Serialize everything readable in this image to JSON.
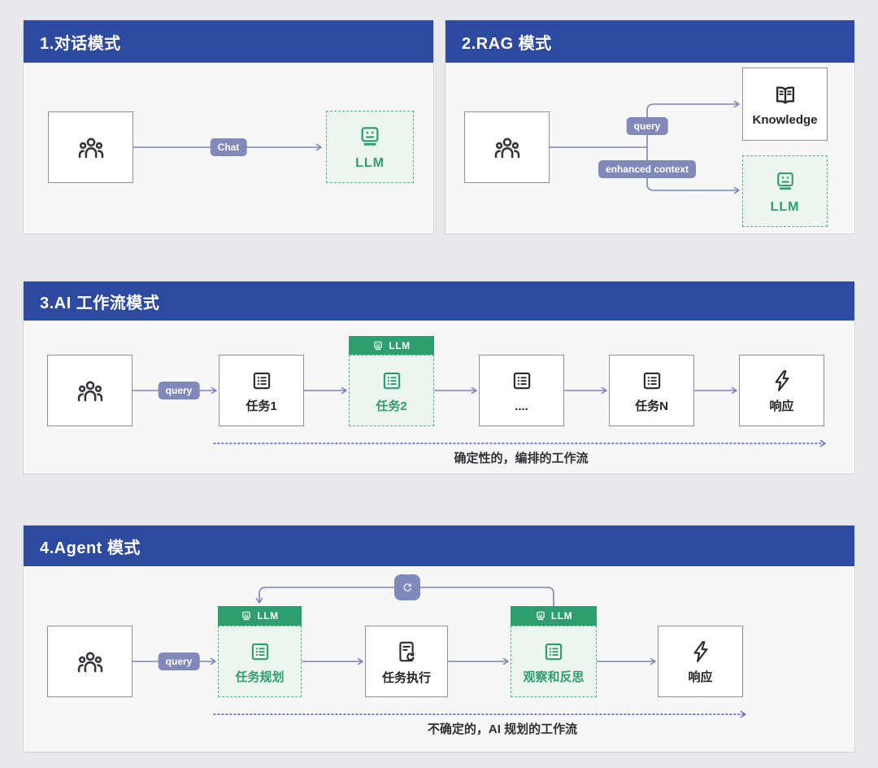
{
  "colors": {
    "header_bg": "#2e4a9e",
    "panel_bg": "#f7f7f8",
    "page_bg": "#e9e9eb",
    "badge_bg": "#8189ba",
    "connector": "#7d84b6",
    "dotted_connector": "#6b72c4",
    "green_accent": "#2f9e6e",
    "green_node_bg": "#edf5f1",
    "dark_text": "#26262a"
  },
  "panels": {
    "dialog": {
      "title": "1.对话模式",
      "chat_badge": "Chat",
      "llm": "LLM"
    },
    "rag": {
      "title": "2.RAG 模式",
      "query_badge": "query",
      "context_badge": "enhanced context",
      "knowledge": "Knowledge",
      "llm": "LLM"
    },
    "workflow": {
      "title": "3.AI 工作流模式",
      "query_badge": "query",
      "llm_tag": "LLM",
      "tasks": [
        "任务1",
        "任务2",
        "....",
        "任务N",
        "响应"
      ],
      "caption": "确定性的，编排的工作流"
    },
    "agent": {
      "title": "4.Agent 模式",
      "query_badge": "query",
      "llm_tag": "LLM",
      "nodes": [
        "任务规划",
        "任务执行",
        "观察和反思",
        "响应"
      ],
      "caption": "不确定的，AI 规划的工作流"
    }
  }
}
